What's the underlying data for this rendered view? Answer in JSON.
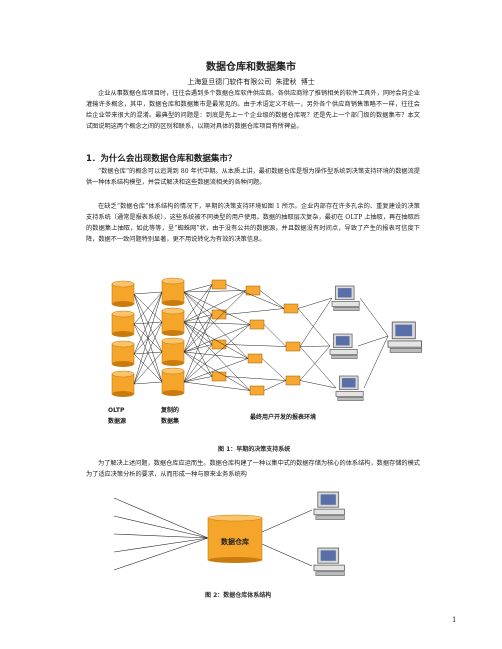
{
  "document": {
    "title": "数据仓库和数据集市",
    "author": "上海复旦德门软件有限公司 朱建秋 博士",
    "intro": "企业从事数据仓库项目时，往往会遇到多个数据仓库软件供应商。各供应商除了推销相关的软件工具外，同时会向企业灌输许多概念，其中，数据仓库和数据集市是最常见的。由于术语定义不统一，另外各个供应商销售策略不一样，往往会给企业带来很大的混淆。最典型的问题是：到底是先上一个企业级的数据仓库呢？还是先上一个部门级的数据集市？本文试图说明这两个概念之间的区别和联系，以期对具体的数据仓库项目有所裨益。",
    "section1_heading": "1．为什么会出现数据仓库和数据集市？",
    "section1_p1": "“数据仓库”的概念可以追溯到 80 年代中期。从本质上讲，最初数据仓库是想为操作型系统到决策支持环境的数据流提供一种体系结构模型，并尝试解决和这些数据流相关的各种问题。",
    "section1_p2": "在缺乏“数据仓库”体系结构的情况下，早期的决策支持环境如图 1 所示。企业内部存在许多孔余的、重复建设的决策支持系统（通常是报表系统），这些系统被不同类型的用户使用。数据的抽取层次复杂，最初在 OLTP 上抽取，再在抽取后的数据集上抽取，如此等等，呈“蜘蛛网”状，由于没有公共的数据源，并且数据没有时间点，导致了产生的报表可信度下降，数据不一致问题特别显著，更不用说转化为有效的决策信息。",
    "section1_p3": "为了解决上述问题，数据仓库应运而生。数据仓库构建了一种以集中式的数据存储为核心的体系结构，数据存储的模式为了适应决策分析的要求，从而形成一种与原来业务系统构"
  },
  "figure1": {
    "label_oltp_1": "OLTP",
    "label_oltp_2": "数据源",
    "label_copy_1": "复制的",
    "label_copy_2": "数据集",
    "label_report": "最终用户开发的报表环境",
    "caption": "图 1：早期的决策支持系统"
  },
  "figure2": {
    "center_label": "数据仓库",
    "caption": "图 2：数据仓库体系结构"
  },
  "page_number": "1",
  "colors": {
    "cylinder": "#f4a52a",
    "cylinder_dark": "#c97b0d",
    "box": "#f6a830",
    "line": "#222222"
  }
}
